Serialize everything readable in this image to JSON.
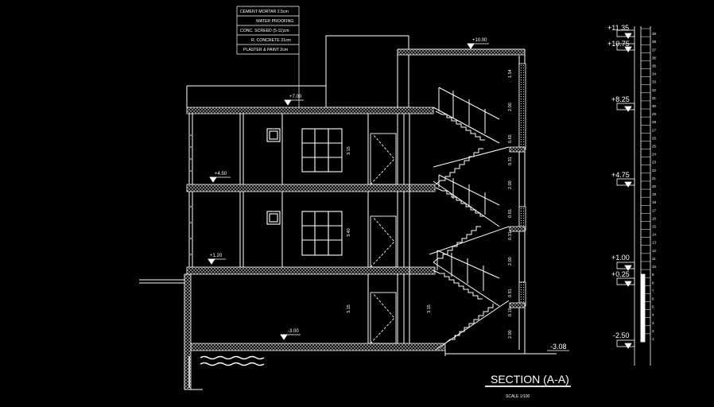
{
  "drawing": {
    "title": "SECTION (A-A)",
    "scale": "SCALE 1/100"
  },
  "legend_notes": [
    "CEMENT MORTAR 2.5cm",
    "WATER PROOFING",
    "CONC. SCREED (5-11)cm",
    "R. CONCRETE 31cm",
    "PLASTER & PAINT 2cm"
  ],
  "section_levels": {
    "roof_top": "+10.00",
    "roof": "+7.00",
    "first": "+4.50",
    "ground": "+1.20",
    "basement": "-3.00",
    "site": "-3.08"
  },
  "dimensions": {
    "d1": "1.54",
    "d2": "2.00",
    "d3": "0.65",
    "d4": "0.31",
    "d5": "2.00",
    "d6": "0.65",
    "d7": "0.31",
    "d8": "2.00",
    "d9": "0.91",
    "d10": "0.15",
    "d11": "2.00",
    "h_first": "3.15",
    "h_ground": "3.40",
    "h_basement": "3.15",
    "h_stair": "3.15"
  },
  "elevation_scale": {
    "levels": [
      "+11.35",
      "+10.75",
      "+8.25",
      "+4.75",
      "+1.00",
      "+0.25",
      "-2.50"
    ],
    "step_numbers": [
      "39",
      "38",
      "37",
      "36",
      "35",
      "34",
      "33",
      "32",
      "31",
      "30",
      "29",
      "28",
      "27",
      "26",
      "25",
      "24",
      "23",
      "22",
      "21",
      "20",
      "19",
      "18",
      "17",
      "16",
      "15",
      "14",
      "13",
      "12",
      "11",
      "10",
      "9",
      "8",
      "7",
      "6",
      "5",
      "4",
      "3",
      "2",
      "1"
    ]
  },
  "colors": {
    "line": "#ffffff",
    "background": "#000000",
    "hatch": "#cfcfcf"
  }
}
